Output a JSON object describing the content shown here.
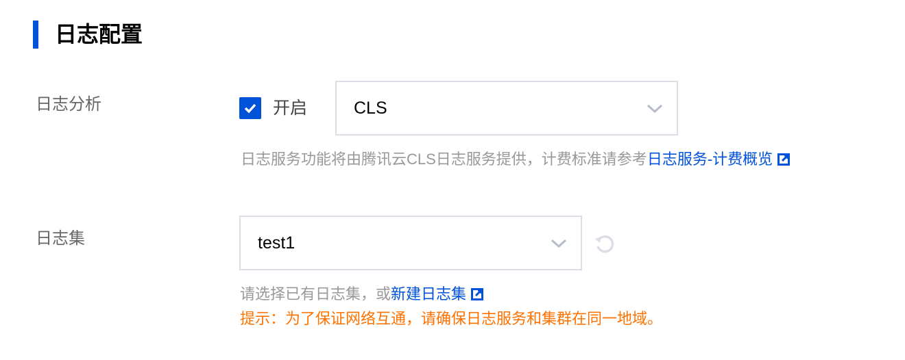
{
  "section": {
    "title": "日志配置"
  },
  "log_analysis": {
    "label": "日志分析",
    "enable_label": "开启",
    "enabled": true,
    "selected": "CLS",
    "hint": "日志服务功能将由腾讯云CLS日志服务提供，计费标准请参考",
    "hint_link": "日志服务-计费概览"
  },
  "log_set": {
    "label": "日志集",
    "selected": "test1",
    "hint": "请选择已有日志集，或",
    "hint_link": "新建日志集",
    "warning": "提示：为了保证网络互通，请确保日志服务和集群在同一地域。"
  },
  "colors": {
    "accent": "#0052d9",
    "warning": "#ff7200"
  }
}
